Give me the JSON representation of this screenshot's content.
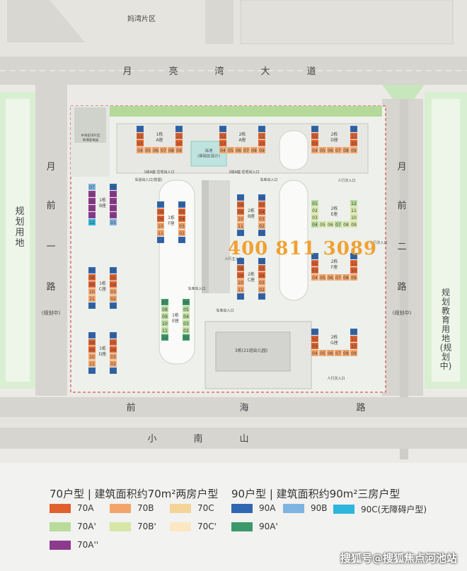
{
  "roads": {
    "top_district": "妈湾片区",
    "main_avenue_chars": [
      "月",
      "亮",
      "湾",
      "大",
      "道"
    ],
    "left_road_chars": [
      "月",
      "前",
      "一",
      "路"
    ],
    "left_road_note": "(规划中)",
    "right_road_chars": [
      "月",
      "前",
      "二",
      "路"
    ],
    "right_road_note": "(规划中)",
    "bottom_road_chars": [
      "前",
      "海",
      "路"
    ],
    "bottom_mountain_chars": [
      "小",
      "南",
      "山"
    ]
  },
  "land": {
    "left": [
      "规",
      "划",
      "用",
      "地"
    ],
    "right": [
      "规",
      "划",
      "教",
      "育",
      "用",
      "地",
      "(规",
      "划",
      "中)"
    ]
  },
  "site": {
    "substation": "中海前湾片区\n地埋变电站",
    "pool": "泳池\n(体验区设计)",
    "b3": "3栋(21班幼儿园)",
    "labels": [
      {
        "id": "e1",
        "text": "1栋A座 住宅出入口"
      },
      {
        "id": "e2",
        "text": "2栋A座 住宅出入口"
      },
      {
        "id": "e3",
        "text": "车道出入口(暂留)"
      },
      {
        "id": "e4",
        "text": "车库出入口"
      },
      {
        "id": "e5",
        "text": "人行次入口"
      },
      {
        "id": "e6",
        "text": "车库出入口"
      },
      {
        "id": "e7",
        "text": "车库出入口"
      },
      {
        "id": "e8",
        "text": "人行次入口"
      },
      {
        "id": "e9",
        "text": "人行主入口"
      },
      {
        "id": "e10",
        "text": "人行次入口"
      }
    ]
  },
  "buildings": [
    {
      "name": "1栋\nA座",
      "cells": [
        "01",
        "02",
        "03",
        "04",
        "05",
        "06",
        "07",
        "08",
        "09",
        "10",
        "11",
        "12"
      ]
    },
    {
      "name": "2栋\nA座",
      "cells": [
        "01",
        "02",
        "03",
        "04",
        "05",
        "06",
        "07",
        "08",
        "09",
        "10",
        "11",
        "12"
      ]
    },
    {
      "name": "2栋\nD座",
      "cells": [
        "01",
        "02",
        "03",
        "04",
        "05",
        "06",
        "07",
        "08",
        "09",
        "10",
        "11",
        "12"
      ]
    },
    {
      "name": "1栋\nB座",
      "cells": [
        "07",
        "06",
        "08",
        "05",
        "09",
        "04",
        "10",
        "03",
        "11",
        "02",
        "12",
        "01"
      ]
    },
    {
      "name": "1栋\nF座",
      "cells": [
        "07",
        "06",
        "08",
        "05",
        "09",
        "04",
        "10",
        "03",
        "11",
        "02",
        "12",
        "01"
      ]
    },
    {
      "name": "2栋\nB座",
      "cells": [
        "07",
        "06",
        "08",
        "05",
        "09",
        "04",
        "10",
        "03",
        "11",
        "02",
        "12",
        "01"
      ]
    },
    {
      "name": "2栋\nE座",
      "cells": [
        "01",
        "02",
        "03",
        "04",
        "05",
        "06",
        "07",
        "08",
        "09",
        "10",
        "11",
        "12"
      ]
    },
    {
      "name": "1栋\nC座",
      "cells": [
        "07",
        "06",
        "08",
        "05",
        "09",
        "04",
        "10",
        "03",
        "11",
        "02",
        "12",
        "01"
      ]
    },
    {
      "name": "2栋\nC座",
      "cells": [
        "07",
        "06",
        "08",
        "05",
        "09",
        "04",
        "10",
        "03",
        "11",
        "02",
        "12",
        "01"
      ]
    },
    {
      "name": "2栋\nF座",
      "cells": [
        "01",
        "02",
        "03",
        "04",
        "05",
        "06",
        "07",
        "08",
        "09",
        "10",
        "11",
        "12"
      ]
    },
    {
      "name": "1栋\nE座",
      "cells": [
        "07",
        "06",
        "08",
        "05",
        "09",
        "04",
        "10",
        "03",
        "11",
        "02",
        "12",
        "01"
      ]
    },
    {
      "name": "1栋\nD座",
      "cells": [
        "07",
        "06",
        "08",
        "05",
        "09",
        "04",
        "10",
        "03",
        "11",
        "02",
        "12",
        "01"
      ]
    },
    {
      "name": "2栋\nG座",
      "cells": [
        "01",
        "02",
        "03",
        "04",
        "05",
        "06",
        "07",
        "08",
        "09",
        "10",
        "11",
        "12"
      ]
    }
  ],
  "hotline": "400 811 3089",
  "legend": {
    "group70": {
      "title": "70户型 | 建筑面积约70m²两房户型",
      "items": [
        {
          "label": "70A",
          "color": "#e0612d"
        },
        {
          "label": "70B",
          "color": "#f2a46a"
        },
        {
          "label": "70C",
          "color": "#f5d49a"
        },
        {
          "label": "70A'",
          "color": "#b9db9c"
        },
        {
          "label": "70B'",
          "color": "#d6e6a7"
        },
        {
          "label": "70C'",
          "color": "#fbe7c2"
        },
        {
          "label": "70A''",
          "color": "#8d3a8e"
        }
      ]
    },
    "group90": {
      "title": "90户型 | 建筑面积约90m²三房户型",
      "items": [
        {
          "label": "90A",
          "color": "#2f67b2"
        },
        {
          "label": "90B",
          "color": "#7fb3e0"
        },
        {
          "label": "90C(无障碍户型)",
          "color": "#2db5dd"
        },
        {
          "label": "90A'",
          "color": "#3a9a6a"
        }
      ]
    }
  },
  "watermark": "搜狐号@搜狐焦点河池站"
}
